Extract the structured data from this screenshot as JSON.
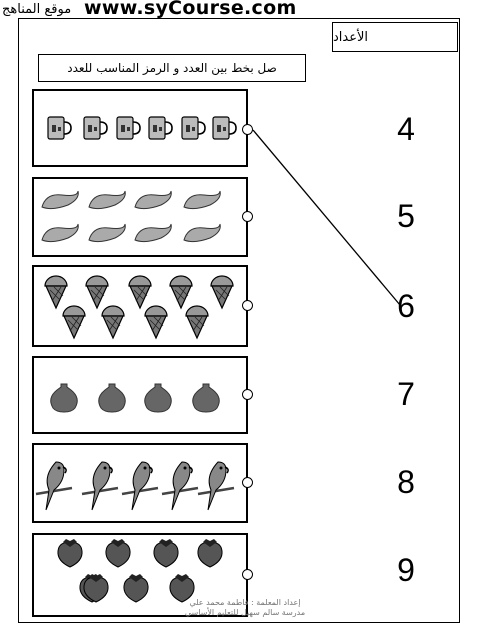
{
  "header": {
    "site_url": "www.syCourse.com",
    "site_arabic": "موقع المناهج"
  },
  "worksheet": {
    "title": "الأعداد",
    "instruction": "صل بخط بين العدد و الرمز المناسب للعدد"
  },
  "rows": [
    {
      "item": "mug-icon",
      "count": 6,
      "number": "4"
    },
    {
      "item": "mango-icon",
      "count": 8,
      "number": "5"
    },
    {
      "item": "ice-cream-icon",
      "count": 9,
      "number": "6"
    },
    {
      "item": "vase-icon",
      "count": 4,
      "number": "7"
    },
    {
      "item": "parrot-icon",
      "count": 5,
      "number": "8"
    },
    {
      "item": "strawberry-icon",
      "count": 8,
      "number": "9"
    }
  ],
  "connection_line": {
    "from_row": 1,
    "to_number": "6"
  },
  "credits": {
    "line1": "إعداد المعلمة : فاطمة محمد علي",
    "line2": "مدرسة سالم سهيل للتعليم الأساسي"
  }
}
